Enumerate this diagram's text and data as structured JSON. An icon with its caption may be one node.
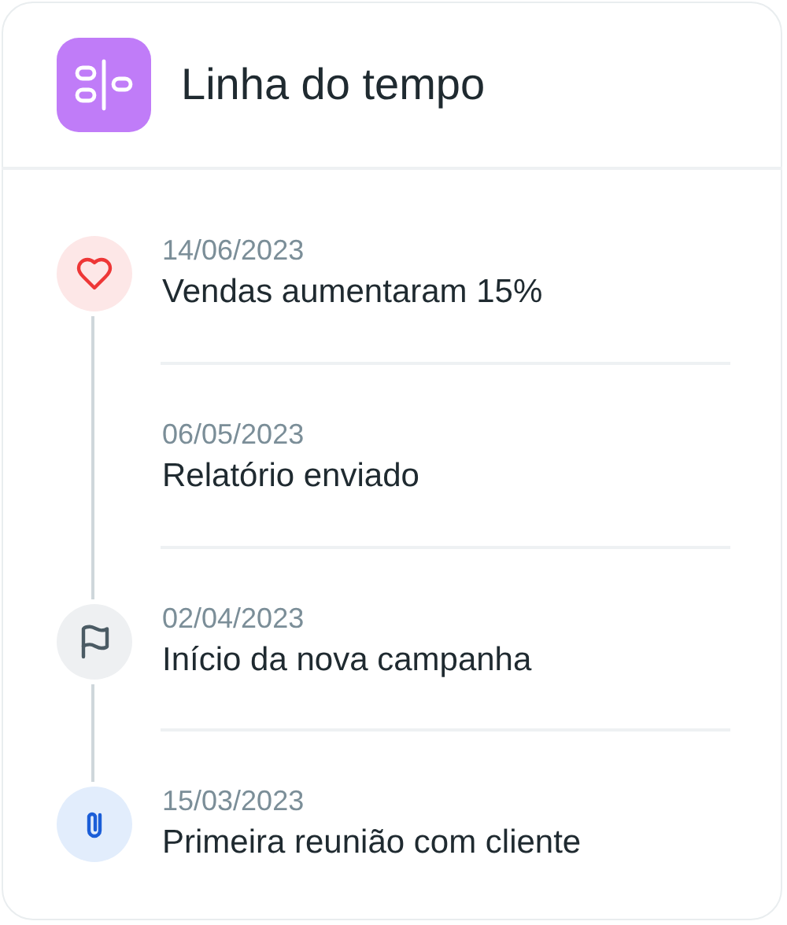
{
  "diagram": {
    "title": "Linha do tempo",
    "nodes": [
      {
        "text": [],
        "shape": "circle",
        "beside": [
          "14/06/2023",
          "Vendas aumentaram 15%"
        ]
      },
      {
        "text": [],
        "shape": "circle",
        "beside": [
          "02/04/2023",
          "Início da nova campanha"
        ]
      },
      {
        "text": [],
        "shape": "circle",
        "beside": [
          "15/03/2023",
          "Primeira reunião com cliente"
        ]
      }
    ],
    "edges": [
      {
        "from": 0,
        "to": 1,
        "arrow": "none"
      },
      {
        "from": 1,
        "to": 2,
        "arrow": "none"
      }
    ],
    "labels": [
      "06/05/2023",
      "Relatório enviado"
    ]
  }
}
